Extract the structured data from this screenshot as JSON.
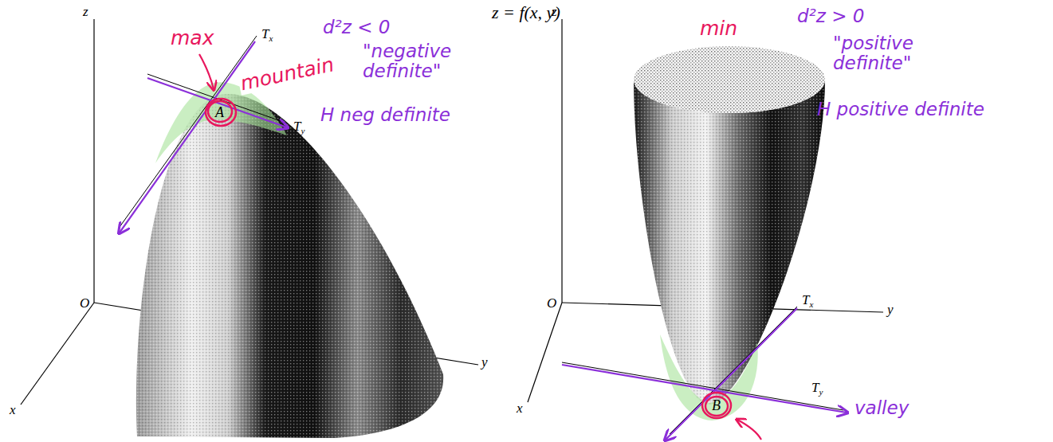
{
  "diagram": {
    "title": "z = f(x, y)",
    "labels": [
      "z",
      "O",
      "x",
      "y",
      "Tx",
      "Ty",
      "A",
      "max",
      "mountain",
      "d²z < 0",
      "\"negative definite\"",
      "H neg definite",
      "z",
      "O",
      "x",
      "y",
      "Tx",
      "Ty",
      "B",
      "min",
      "d²z > 0",
      "\"positive definite\"",
      "H positive definite",
      "valley"
    ]
  }
}
